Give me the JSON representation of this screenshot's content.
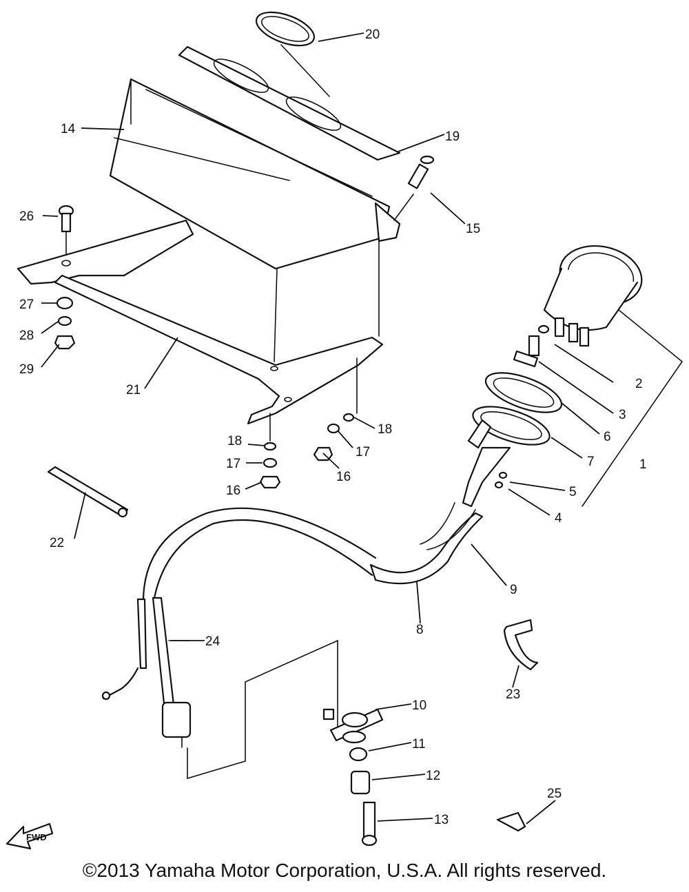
{
  "callouts": {
    "p1": "1",
    "p2": "2",
    "p3": "3",
    "p4": "4",
    "p5": "5",
    "p6": "6",
    "p7": "7",
    "p8": "8",
    "p9": "9",
    "p10": "10",
    "p11": "11",
    "p12": "12",
    "p13": "13",
    "p14": "14",
    "p15": "15",
    "p16a": "16",
    "p16b": "16",
    "p17a": "17",
    "p17b": "17",
    "p18a": "18",
    "p18b": "18",
    "p19": "19",
    "p20": "20",
    "p21": "21",
    "p22": "22",
    "p23": "23",
    "p24": "24",
    "p25": "25",
    "p26": "26",
    "p27": "27",
    "p28": "28",
    "p29": "29"
  },
  "fwd_label": "FWD",
  "copyright": "©2013 Yamaha Motor Corporation, U.S.A. All rights reserved."
}
